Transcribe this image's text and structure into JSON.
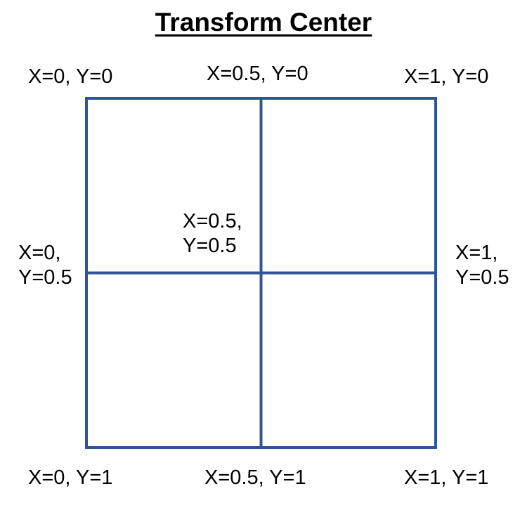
{
  "title": "Transform Center",
  "colors": {
    "grid_line": "#2f5597",
    "text": "#000000",
    "background": "#ffffff"
  },
  "labels": {
    "top_left": "X=0, Y=0",
    "top_center": "X=0.5, Y=0",
    "top_right": "X=1, Y=0",
    "center_line1": "X=0.5,",
    "center_line2": "Y=0.5",
    "mid_left_line1": "X=0,",
    "mid_left_line2": "Y=0.5",
    "mid_right_line1": "X=1,",
    "mid_right_line2": "Y=0.5",
    "bottom_left": "X=0, Y=1",
    "bottom_center": "X=0.5, Y=1",
    "bottom_right": "X=1, Y=1"
  }
}
